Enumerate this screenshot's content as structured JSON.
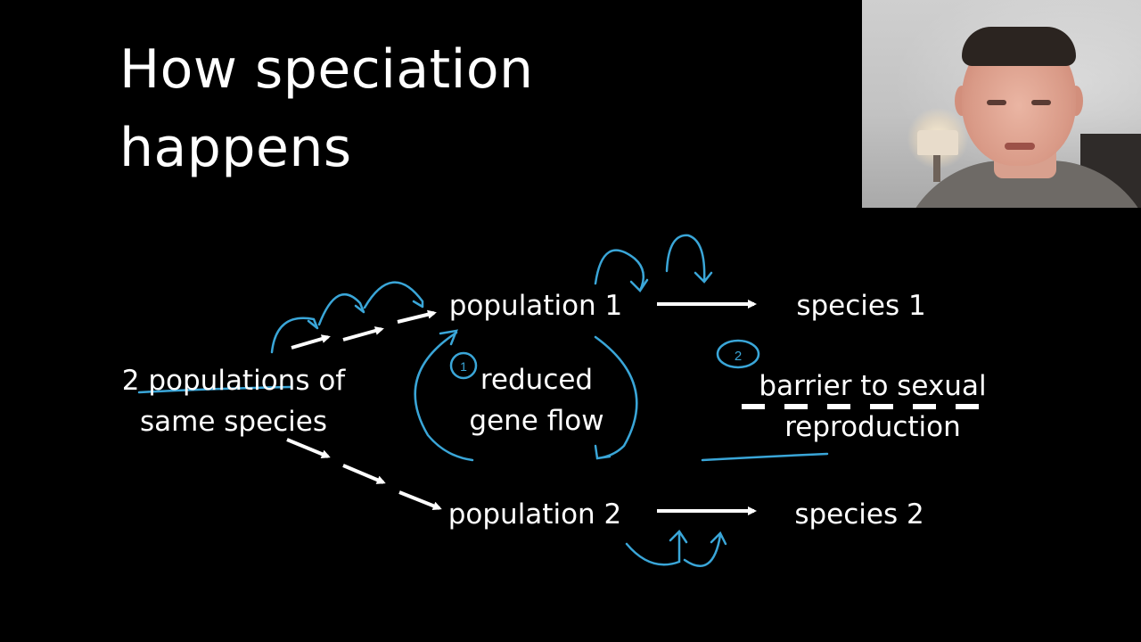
{
  "slide": {
    "title_lines": [
      "How speciation",
      "happens"
    ],
    "start_label_lines": [
      "2 populations of",
      "same species"
    ],
    "population_1": "population 1",
    "population_2": "population 2",
    "species_1": "species 1",
    "species_2": "species 2",
    "mechanism_1_lines": [
      "reduced",
      "gene flow"
    ],
    "mechanism_2_lines": [
      "barrier to sexual",
      "reproduction"
    ],
    "step_marker_1": "1",
    "step_marker_2": "2"
  },
  "colors": {
    "background": "#000000",
    "text": "#ffffff",
    "annotation": "#3aa6d8"
  },
  "webcam": {
    "icon": "presenter-webcam-feed"
  }
}
